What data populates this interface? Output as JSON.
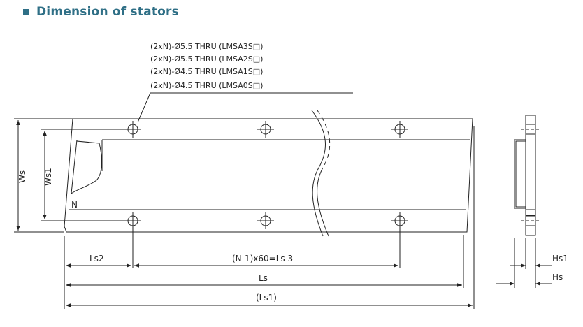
{
  "heading": {
    "text": "Dimension of stators"
  },
  "callout": {
    "lines": [
      "(2xN)-Ø5.5 THRU (LMSA3S□)",
      "(2xN)-Ø5.5 THRU (LMSA2S□)",
      "(2xN)-Ø4.5 THRU (LMSA1S□)",
      "(2xN)-Ø4.5 THRU (LMSA0S□)"
    ]
  },
  "labels": {
    "ws": "Ws",
    "ws1": "Ws1",
    "n": "N",
    "ls2": "Ls2",
    "ls3": "(N-1)x60=Ls 3",
    "ls": "Ls",
    "ls1": "(Ls1)",
    "hs1": "Hs1",
    "hs": "Hs"
  }
}
